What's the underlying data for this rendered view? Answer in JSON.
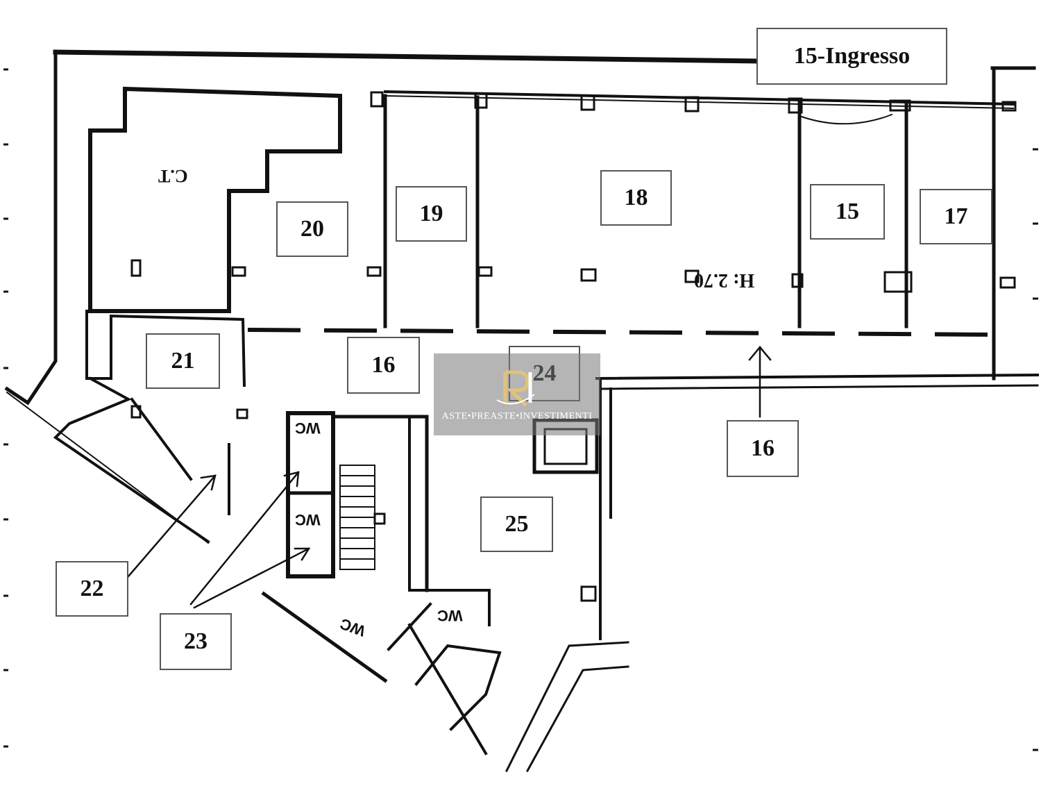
{
  "rooms": {
    "r15_ingresso": "15-Ingresso",
    "r15": "15",
    "r16a": "16",
    "r16b": "16",
    "r17": "17",
    "r18": "18",
    "r19": "19",
    "r20": "20",
    "r21": "21",
    "r22": "22",
    "r23": "23",
    "r24": "24",
    "r25": "25"
  },
  "annotations": {
    "ct": "C.T",
    "height": "H: 2.70",
    "wc1": "WC",
    "wc2": "WC",
    "wc3": "WC",
    "wc4": "WC"
  },
  "watermark": {
    "text": "ASTE•PREASTE•INVESTIMENTI",
    "logo": "ri-monogram-icon"
  }
}
